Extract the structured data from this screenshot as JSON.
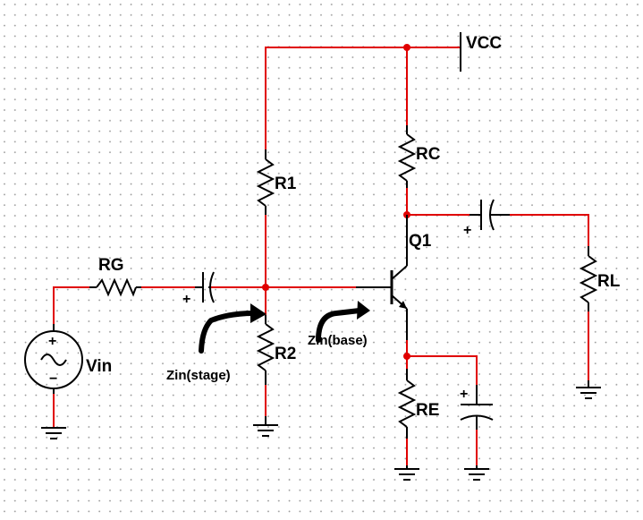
{
  "components": {
    "rg": "RG",
    "r1": "R1",
    "r2": "R2",
    "rc": "RC",
    "re": "RE",
    "rl": "RL",
    "q1": "Q1",
    "vcc": "VCC",
    "vin": "Vin"
  },
  "annotations": {
    "zin_stage": "Zin(stage)",
    "zin_base": "Zin(base)"
  },
  "polarity": {
    "plus": "+",
    "minus": "−"
  },
  "colors": {
    "wire": "#e00000",
    "component": "#000000",
    "grid_dot": "#9a9a9a",
    "background": "#ffffff"
  }
}
